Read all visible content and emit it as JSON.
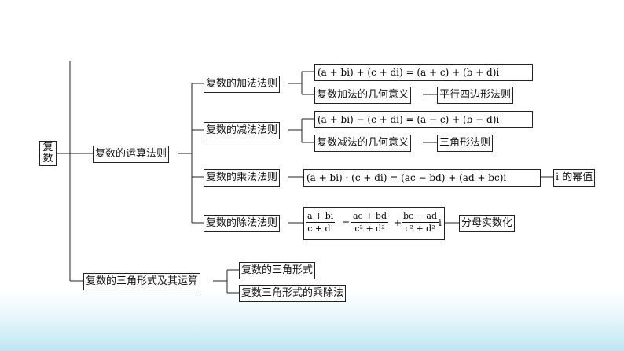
{
  "root": {
    "label": "复数"
  },
  "level1": {
    "ops": "复数的运算法则",
    "trig": "复数的三角形式及其运算"
  },
  "level2": {
    "add": "复数的加法法则",
    "sub": "复数的减法法则",
    "mul": "复数的乘法法则",
    "div": "复数的除法法则",
    "trig_form": "复数的三角形式",
    "trig_muldiv": "复数三角形式的乘除法"
  },
  "formulas": {
    "add": "(a + bi) + (c + di) = (a + c) + (b + d)i",
    "sub": "(a + bi) − (c + di) = (a − c) + (b − d)i",
    "mul": "(a + bi) · (c + di) = (ac − bd) + (ad + bc)i",
    "div": {
      "lhs_num": "a + bi",
      "lhs_den": "c + di",
      "eq": "=",
      "t1_num": "ac + bd",
      "t1_den": "c² + d²",
      "plus": "+",
      "t2_num": "bc − ad",
      "t2_den": "c² + d²",
      "suffix": "i"
    }
  },
  "notes": {
    "add_geo": "复数加法的几何意义",
    "add_geo_result": "平行四边形法则",
    "sub_geo": "复数减法的几何意义",
    "sub_geo_result": "三角形法则",
    "mul_result": "i 的幂值",
    "div_result": "分母实数化"
  }
}
